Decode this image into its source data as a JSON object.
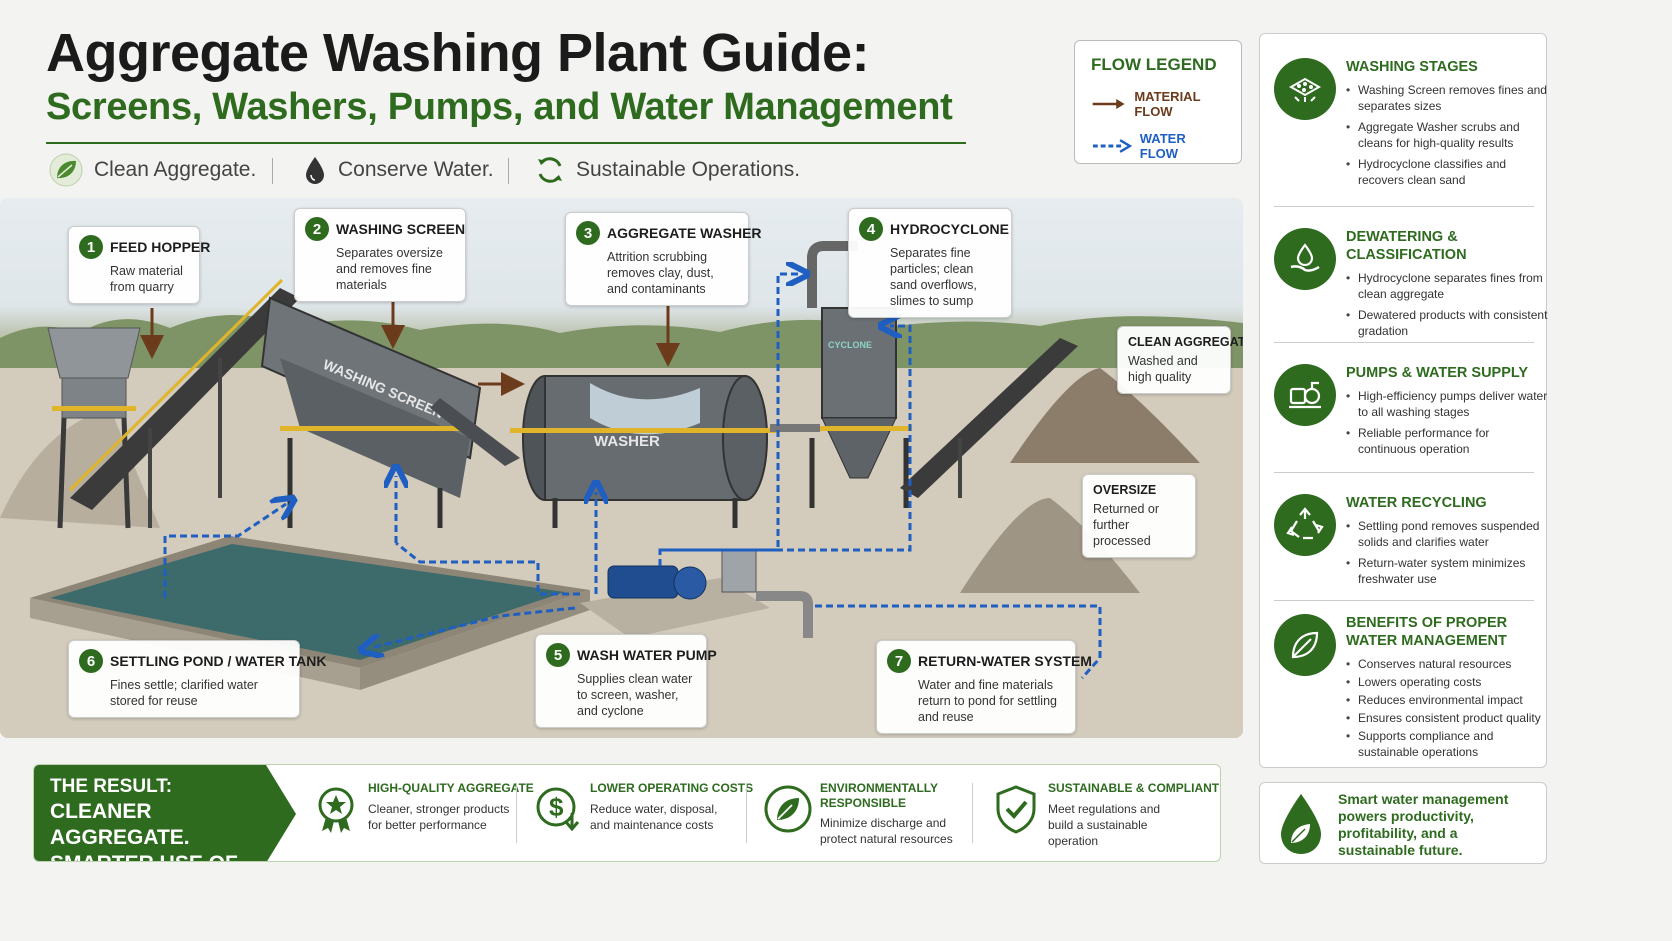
{
  "header": {
    "title": "Aggregate Washing Plant Guide:",
    "subtitle": "Screens, Washers, Pumps, and Water Management",
    "taglines": [
      "Clean Aggregate.",
      "Conserve Water.",
      "Sustainable Operations."
    ],
    "tagline_icons": [
      "leaf-icon",
      "water-drop-icon",
      "recycle-arrows-icon"
    ]
  },
  "legend": {
    "title": "FLOW LEGEND",
    "items": [
      {
        "label": "MATERIAL FLOW",
        "color": "#6b3b1c",
        "style": "solid"
      },
      {
        "label": "WATER FLOW",
        "color": "#1f5fc2",
        "style": "dashed"
      }
    ]
  },
  "scene": {
    "machine_labels": {
      "screen": "WASHING SCREEN",
      "washer": "WASHER",
      "cyclone": "CYCLONE"
    },
    "callouts": [
      {
        "num": "1",
        "title": "FEED HOPPER",
        "desc": "Raw material from quarry"
      },
      {
        "num": "2",
        "title": "WASHING SCREEN",
        "desc": "Separates oversize and removes fine materials"
      },
      {
        "num": "3",
        "title": "AGGREGATE WASHER",
        "desc": "Attrition scrubbing removes clay, dust, and contaminants"
      },
      {
        "num": "4",
        "title": "HYDROCYCLONE",
        "desc": "Separates fine particles; clean sand overflows, slimes to sump"
      },
      {
        "num": "5",
        "title": "WASH WATER PUMP",
        "desc": "Supplies clean water to screen, washer, and cyclone"
      },
      {
        "num": "6",
        "title": "SETTLING POND / WATER TANK",
        "desc": "Fines settle; clarified water stored for reuse"
      },
      {
        "num": "7",
        "title": "RETURN-WATER SYSTEM",
        "desc": "Water and fine materials return to pond for settling and reuse"
      }
    ],
    "notes": [
      {
        "title": "CLEAN AGGREGATE",
        "desc": "Washed and high quality"
      },
      {
        "title": "OVERSIZE",
        "desc": "Returned or further processed"
      }
    ]
  },
  "sidebar": {
    "sections": [
      {
        "title": "WASHING STAGES",
        "icon": "screen-particles-icon",
        "items": [
          "Washing Screen removes fines and separates sizes",
          "Aggregate Washer scrubs and cleans for high-quality results",
          "Hydrocyclone classifies and recovers clean sand"
        ]
      },
      {
        "title": "DEWATERING & CLASSIFICATION",
        "icon": "drop-in-hand-icon",
        "items": [
          "Hydrocyclone separates fines from clean aggregate",
          "Dewatered products with consistent gradation"
        ]
      },
      {
        "title": "PUMPS & WATER SUPPLY",
        "icon": "pump-icon",
        "items": [
          "High-efficiency pumps deliver water to all washing stages",
          "Reliable performance for continuous operation"
        ]
      },
      {
        "title": "WATER RECYCLING",
        "icon": "recycle-icon",
        "items": [
          "Settling pond removes suspended solids and clarifies water",
          "Return-water system minimizes freshwater use"
        ]
      },
      {
        "title": "BENEFITS OF PROPER WATER MANAGEMENT",
        "icon": "leaf-icon",
        "items": [
          "Conserves natural resources",
          "Lowers operating costs",
          "Reduces environmental impact",
          "Ensures consistent product quality",
          "Supports compliance and sustainable operations"
        ]
      }
    ],
    "footer": "Smart water management powers productivity, profitability, and a sustainable future.",
    "footer_icon": "drop-leaf-icon"
  },
  "result": {
    "line1": "THE RESULT:",
    "line2": "CLEANER AGGREGATE.",
    "line3": "SMARTER USE OF WATER.",
    "benefits": [
      {
        "title": "HIGH-QUALITY AGGREGATE",
        "desc": "Cleaner, stronger products for better performance",
        "icon": "award-ribbon-icon"
      },
      {
        "title": "LOWER OPERATING COSTS",
        "desc": "Reduce water, disposal, and maintenance costs",
        "icon": "dollar-down-icon"
      },
      {
        "title": "ENVIRONMENTALLY RESPONSIBLE",
        "desc": "Minimize discharge and protect natural resources",
        "icon": "leaf-circle-icon"
      },
      {
        "title": "SUSTAINABLE & COMPLIANT",
        "desc": "Meet regulations and build a sustainable operation",
        "icon": "shield-check-icon"
      }
    ]
  },
  "colors": {
    "brand_green": "#2e6b1f",
    "material_flow": "#6b3b1c",
    "water_flow": "#1f5fc2"
  }
}
